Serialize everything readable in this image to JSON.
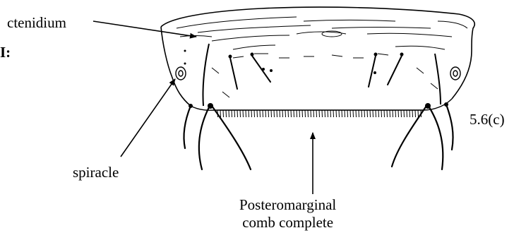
{
  "labels": {
    "ctenidium": "ctenidium",
    "roman_fragment": "I:",
    "spiracle": "spiracle",
    "comb_line1": "Posteromarginal",
    "comb_line2": "comb complete",
    "figure_number": "5.6(c)"
  },
  "colors": {
    "ink": "#000000",
    "background": "#ffffff"
  }
}
